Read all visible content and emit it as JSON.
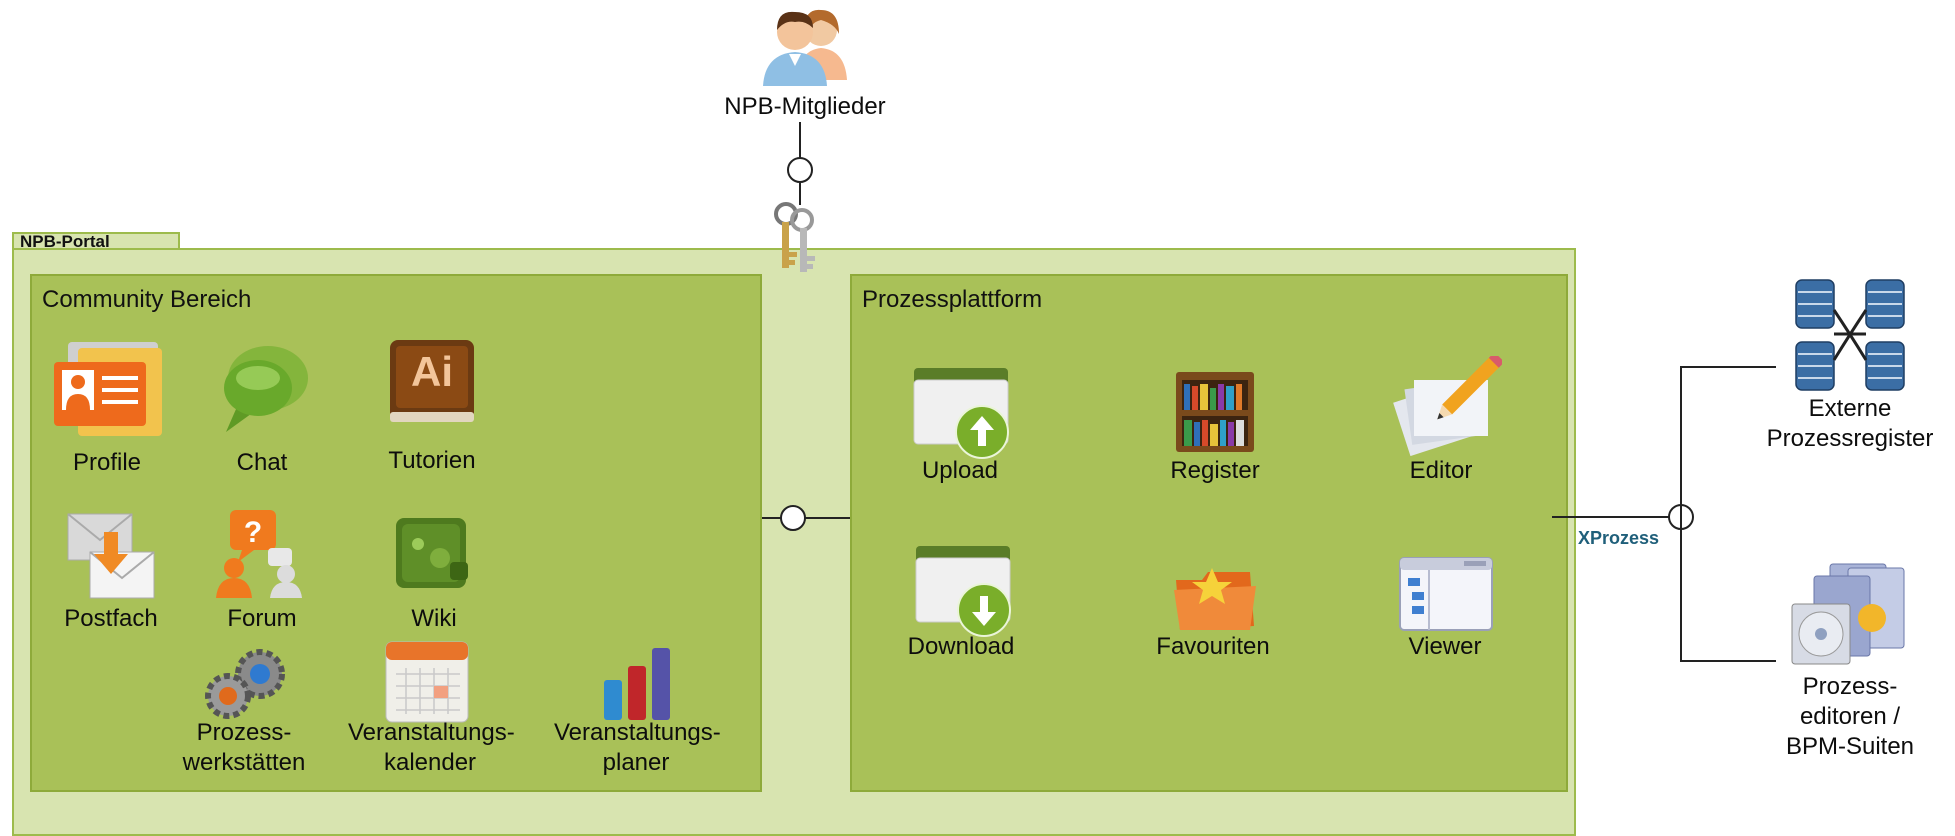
{
  "actors": {
    "members": "NPB-Mitglieder",
    "external_registry": [
      "Externe",
      "Prozessregister"
    ],
    "editors": [
      "Prozess-",
      "editoren /",
      "BPM-Suiten"
    ]
  },
  "portal": {
    "title": "NPB-Portal",
    "community": {
      "title": "Community Bereich",
      "items": {
        "profile": "Profile",
        "chat": "Chat",
        "tutorials": "Tutorien",
        "mailbox": "Postfach",
        "forum": "Forum",
        "wiki": "Wiki",
        "workshops": [
          "Prozess-",
          "werkstätten"
        ],
        "calendar": [
          "Veranstaltungs-",
          "kalender"
        ],
        "planner": [
          "Veranstaltungs-",
          "planer"
        ]
      }
    },
    "platform": {
      "title": "Prozessplattform",
      "items": {
        "upload": "Upload",
        "register": "Register",
        "editor": "Editor",
        "download": "Download",
        "favourites": "Favouriten",
        "viewer": "Viewer"
      }
    }
  },
  "interface_label": "XProzess",
  "tutorials_icon_text": "Ai",
  "colors": {
    "portal_bg": "#d8e4b0",
    "panel_bg": "#a9c158",
    "xprozess_text": "#1f5f7a"
  }
}
